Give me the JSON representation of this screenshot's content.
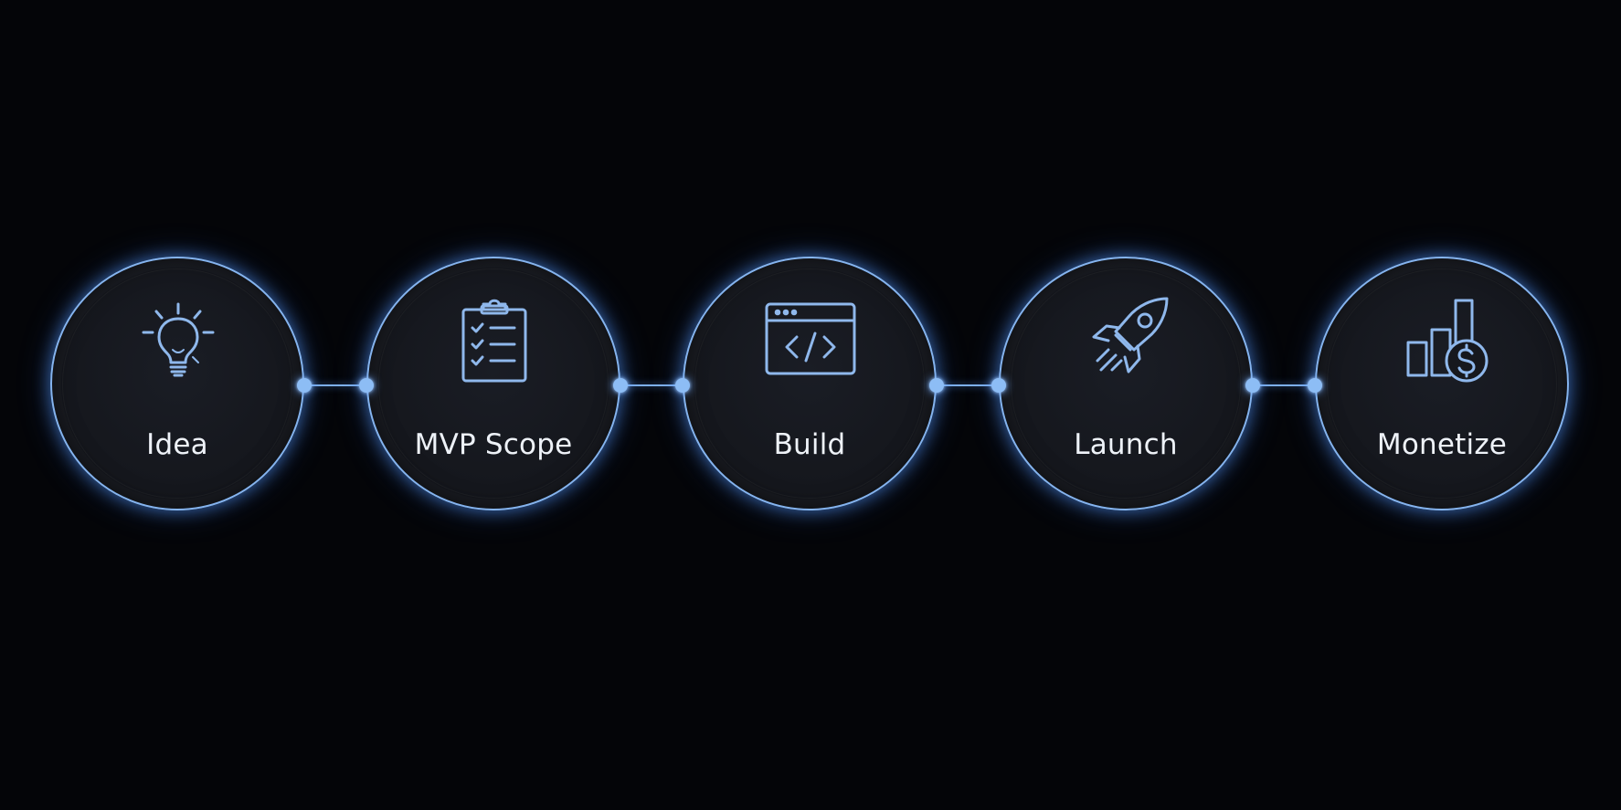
{
  "colors": {
    "background": "#040508",
    "accent": "#85b4ef",
    "node_fill": "#15171d",
    "label_text": "#eef2f8"
  },
  "steps": [
    {
      "label": "Idea",
      "icon": "lightbulb-icon"
    },
    {
      "label": "MVP Scope",
      "icon": "clipboard-checklist-icon"
    },
    {
      "label": "Build",
      "icon": "code-window-icon"
    },
    {
      "label": "Launch",
      "icon": "rocket-icon"
    },
    {
      "label": "Monetize",
      "icon": "bar-chart-dollar-icon"
    }
  ]
}
